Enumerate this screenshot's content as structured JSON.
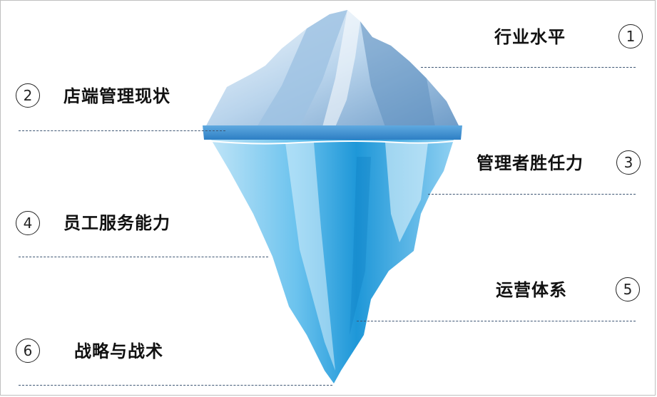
{
  "colors": {
    "ice_tip_light": "#e9f3fb",
    "ice_tip_shadow": "#6f9cc8",
    "water_line": "#2d7fc4",
    "ice_under_light": "#bfe4f7",
    "ice_under_dark": "#1e97d8",
    "dashed_line": "#3d5573"
  },
  "items": [
    {
      "number": "1",
      "label": "行业水平"
    },
    {
      "number": "2",
      "label": "店端管理现状"
    },
    {
      "number": "3",
      "label": "管理者胜任力"
    },
    {
      "number": "4",
      "label": "员工服务能力"
    },
    {
      "number": "5",
      "label": "运营体系"
    },
    {
      "number": "6",
      "label": "战略与战术"
    }
  ]
}
